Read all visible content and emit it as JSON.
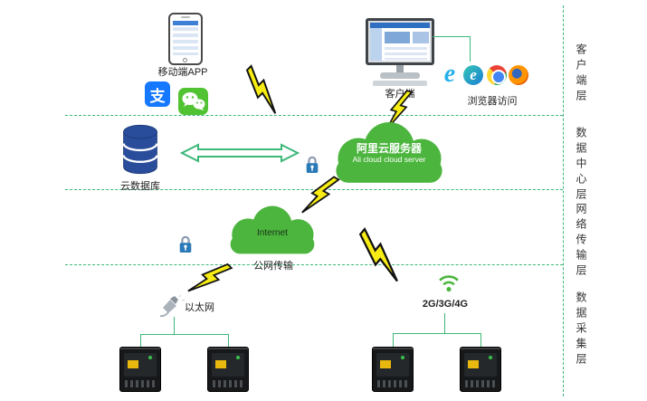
{
  "layers": [
    {
      "label": "客户端层"
    },
    {
      "label": "数据中心层"
    },
    {
      "label": "网络传输层"
    },
    {
      "label": "数据采集层"
    }
  ],
  "nodes": {
    "mobile_app": "移动端APP",
    "client": "客户端",
    "browsers": "浏览器访问",
    "cloud_db": "云数据库",
    "ali_cloud_title": "阿里云服务器",
    "ali_cloud_subtitle": "Ali cloud  cloud server",
    "internet": "Internet",
    "public_network": "公网传输",
    "ethernet": "以太网",
    "cellular": "2G/3G/4G"
  },
  "icons": {
    "alipay_glyph": "支",
    "ie_glyph": "e",
    "edge_glyph": "e"
  },
  "colors": {
    "cloud_green": "#4cb53e",
    "line_green": "#3cb878",
    "bolt_yellow": "#f7ec13",
    "alipay_blue": "#1677ff",
    "wechat_green": "#51c332"
  }
}
